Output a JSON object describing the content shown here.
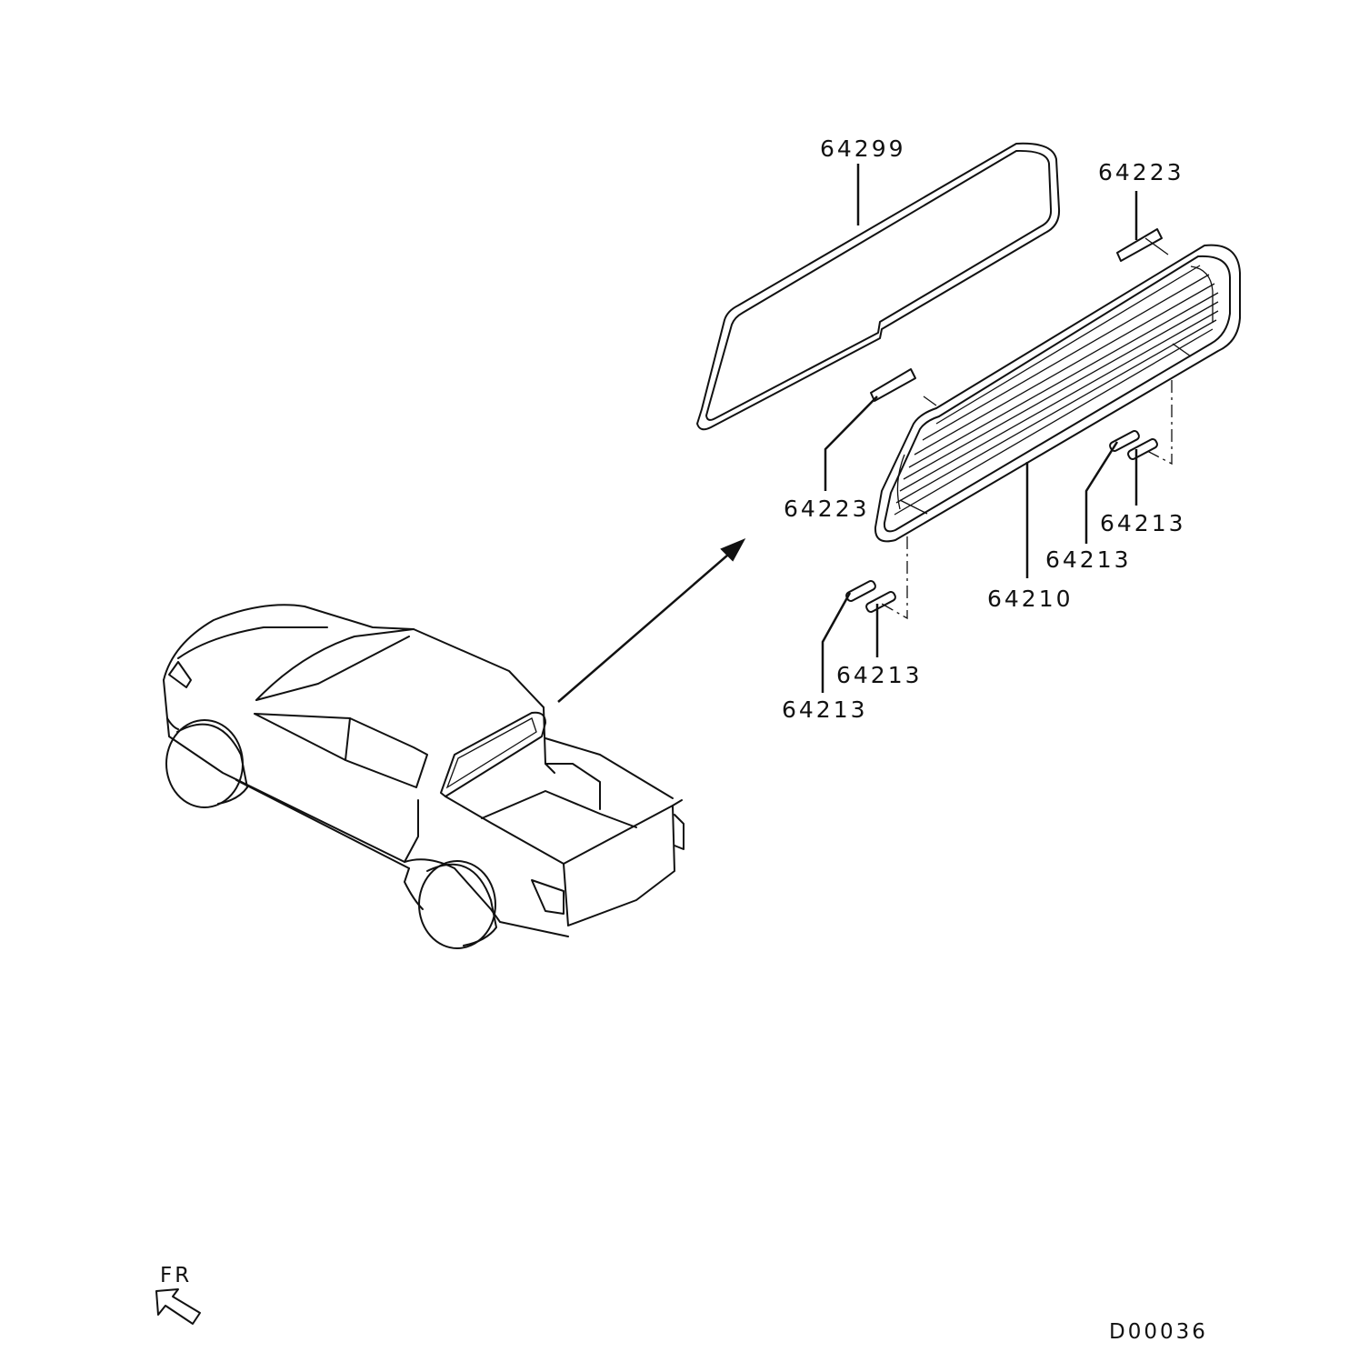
{
  "labels": {
    "weatherstrip": "64299",
    "glass": "64210",
    "fastener_upper_right": "64223",
    "fastener_left": "64223",
    "spacer_right_outer": "64213",
    "spacer_right_inner": "64213",
    "spacer_left_outer": "64213",
    "spacer_left_inner": "64213"
  },
  "orientation": {
    "text": "FR",
    "icon": "front-direction-arrow-icon"
  },
  "diagram_code": "D00036",
  "icons": [
    "pickup-truck-icon",
    "pointer-arrow-icon",
    "front-direction-arrow-icon"
  ]
}
